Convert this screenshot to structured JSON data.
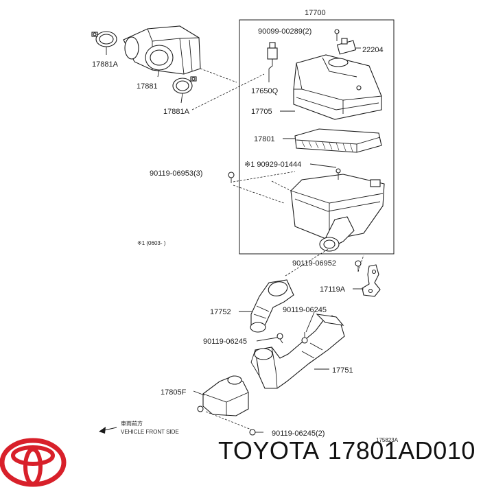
{
  "diagram": {
    "labels": {
      "p17700": "17700",
      "p90099": "90099-00289(2)",
      "p22204": "22204",
      "p17881A_top": "17881A",
      "p17881": "17881",
      "p17650Q": "17650Q",
      "p17881A_bottom": "17881A",
      "p17705": "17705",
      "p17801": "17801",
      "p90929": "※1 90929-01444",
      "p90119_06953": "90119-06953(3)",
      "note": "※1 (0603-      )",
      "p90119_06952": "90119-06952",
      "p17119A": "17119A",
      "p17752": "17752",
      "p90119_06245_a": "90119-06245",
      "p90119_06245_b": "90119-06245",
      "p17751": "17751",
      "p17805F": "17805F",
      "front_jp": "車両前方",
      "front_en": "VEHICLE FRONT SIDE",
      "p90119_06245_2": "90119-06245(2)",
      "drawing_no": "175823A"
    }
  },
  "caption": {
    "brand": "TOYOTA",
    "part_number": "17801AD010"
  },
  "colors": {
    "logo_red": "#d8202a",
    "line": "#1a1a1a"
  }
}
